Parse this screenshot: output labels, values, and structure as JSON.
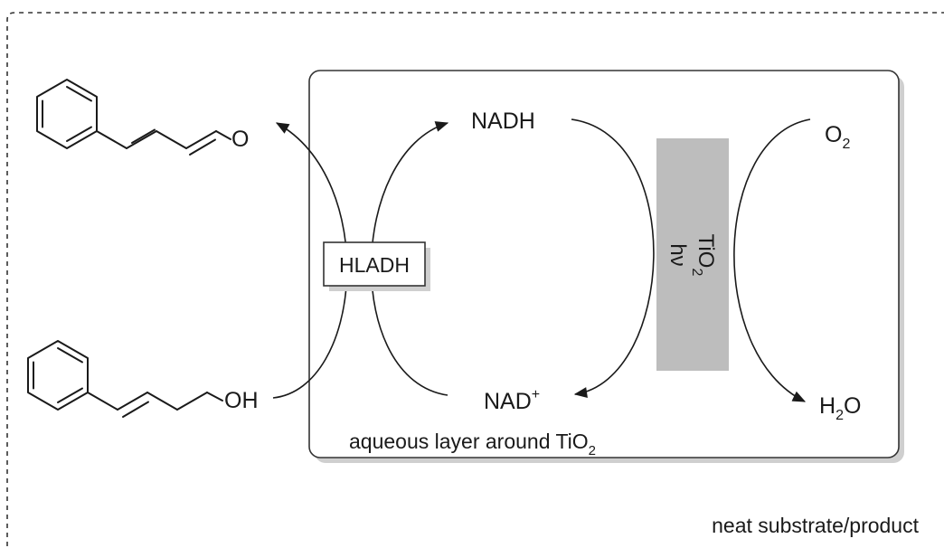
{
  "diagram": {
    "outer_caption": "neat substrate/product",
    "inner_caption": {
      "text": "aqueous layer around TiO",
      "subscript": "2"
    },
    "enzyme_label": "HLADH",
    "cofactor_reduced": "NADH",
    "cofactor_oxidized": {
      "text": "NAD",
      "superscript": "+"
    },
    "oxidant": {
      "text": "O",
      "subscript": "2"
    },
    "water": {
      "pre": "H",
      "subscript": "2",
      "post": "O"
    },
    "photocatalyst": {
      "text": "TiO",
      "subscript": "2",
      "light": "hν"
    },
    "aldehyde_atom": "O",
    "alcohol_group": "OH",
    "colors": {
      "catalyst_bar": "#bdbdbd",
      "box_shadow": "#cfcfcf",
      "line": "#1a1a1a"
    }
  }
}
